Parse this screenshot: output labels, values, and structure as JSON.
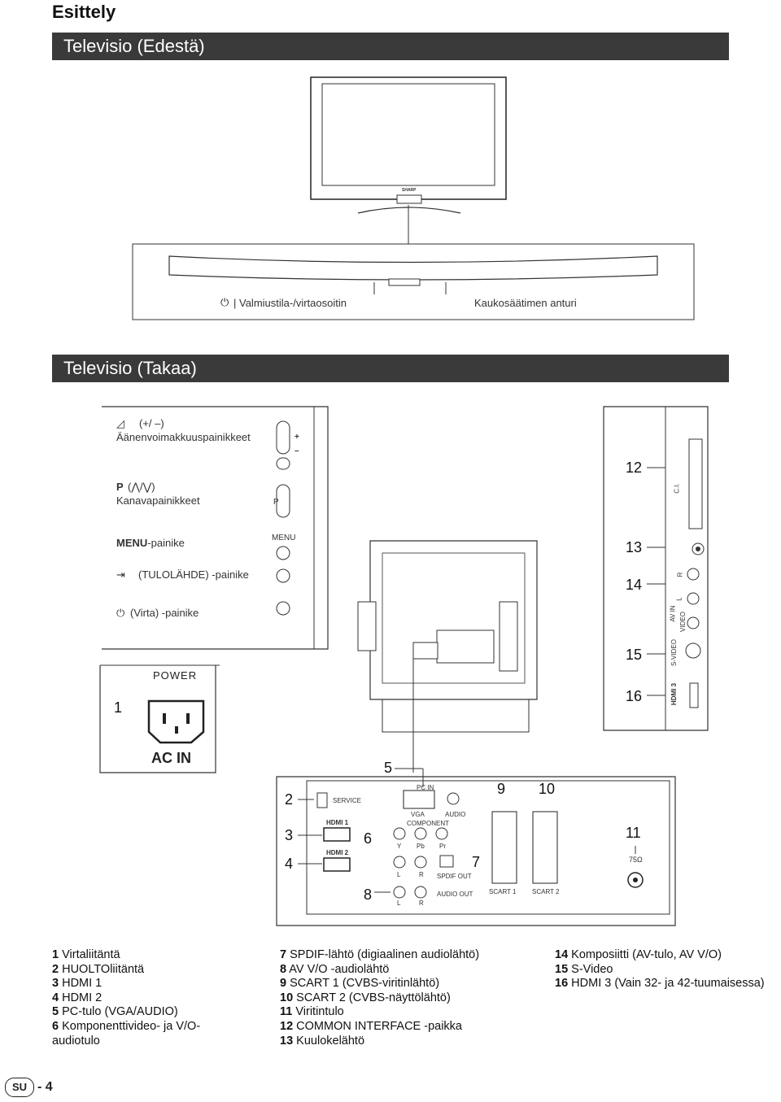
{
  "header": {
    "section": "Esittely"
  },
  "front": {
    "title": "Televisio (Edestä)",
    "brand": "SHARP",
    "standby_label": "| Valmiustila-/virtaosoitin",
    "sensor_label": "Kaukosäätimen anturi"
  },
  "back": {
    "title": "Televisio (Takaa)",
    "buttons": {
      "volume_symbols": "(+/ –)",
      "volume_label": "Äänenvoimakkuuspainikkeet",
      "channel_prefix": "P",
      "channel_symbols": "(⋀/⋁)",
      "channel_label": "Kanavapainikkeet",
      "menu_bold": "MENU",
      "menu_rest": "-painike",
      "input_label": "(TULOLÄHDE) -painike",
      "power_label": "(Virta) -painike",
      "panel_plus": "+",
      "panel_minus": "–",
      "panel_p": "P",
      "panel_menu": "MENU"
    },
    "power_block": {
      "num": "1",
      "power_text": "POWER",
      "ac_in": "AC IN"
    },
    "side_panel": {
      "num12": "12",
      "num13": "13",
      "num14": "14",
      "num15": "15",
      "num16": "16",
      "ci": "C.I.",
      "r": "R",
      "l": "L",
      "av_in": "AV IN",
      "video": "VIDEO",
      "svideo": "S-VIDEO",
      "hdmi3": "HDMI 3"
    },
    "bottom_panel": {
      "n2": "2",
      "n3": "3",
      "n4": "4",
      "n5": "5",
      "n6": "6",
      "n7": "7",
      "n8": "8",
      "n9": "9",
      "n10": "10",
      "n11": "11",
      "service": "SERVICE",
      "hdmi1": "HDMI 1",
      "hdmi2": "HDMI 2",
      "pc_in": "PC IN",
      "vga": "VGA",
      "audio": "AUDIO",
      "component": "COMPONENT",
      "y": "Y",
      "pb": "Pb",
      "pr": "Pr",
      "l1": "L",
      "r1": "R",
      "spdif": "SPDIF OUT",
      "l2": "L",
      "r2": "R",
      "audio_out": "AUDIO OUT",
      "scart1": "SCART 1",
      "scart2": "SCART 2",
      "ohm": "75Ω"
    }
  },
  "legend": {
    "col1": [
      {
        "n": "1",
        "t": " Virtaliitäntä"
      },
      {
        "n": "2",
        "t": " HUOLTOliitäntä"
      },
      {
        "n": "3",
        "t": " HDMI 1"
      },
      {
        "n": "4",
        "t": " HDMI 2"
      },
      {
        "n": "5",
        "t": " PC-tulo (VGA/AUDIO)"
      },
      {
        "n": "6",
        "t": " Komponenttivideo- ja V/O-"
      },
      {
        "n": "",
        "t": "audiotulo"
      }
    ],
    "col2": [
      {
        "n": "7",
        "t": " SPDIF-lähtö (digiaalinen audiolähtö)"
      },
      {
        "n": "8",
        "t": " AV V/O -audiolähtö"
      },
      {
        "n": "9",
        "t": " SCART 1 (CVBS-viritinlähtö)"
      },
      {
        "n": "10",
        "t": " SCART 2 (CVBS-näyttölähtö)"
      },
      {
        "n": "11",
        "t": " Viritintulo"
      },
      {
        "n": "12",
        "t": " COMMON INTERFACE -paikka"
      },
      {
        "n": "13",
        "t": " Kuulokelähtö"
      }
    ],
    "col3": [
      {
        "n": "14",
        "t": " Komposiitti (AV-tulo, AV V/O)"
      },
      {
        "n": "15",
        "t": " S-Video"
      },
      {
        "n": "16",
        "t": " HDMI 3 (Vain 32- ja 42-tuumaisessa)"
      }
    ]
  },
  "footer": {
    "badge": "SU",
    "page": "- 4"
  }
}
